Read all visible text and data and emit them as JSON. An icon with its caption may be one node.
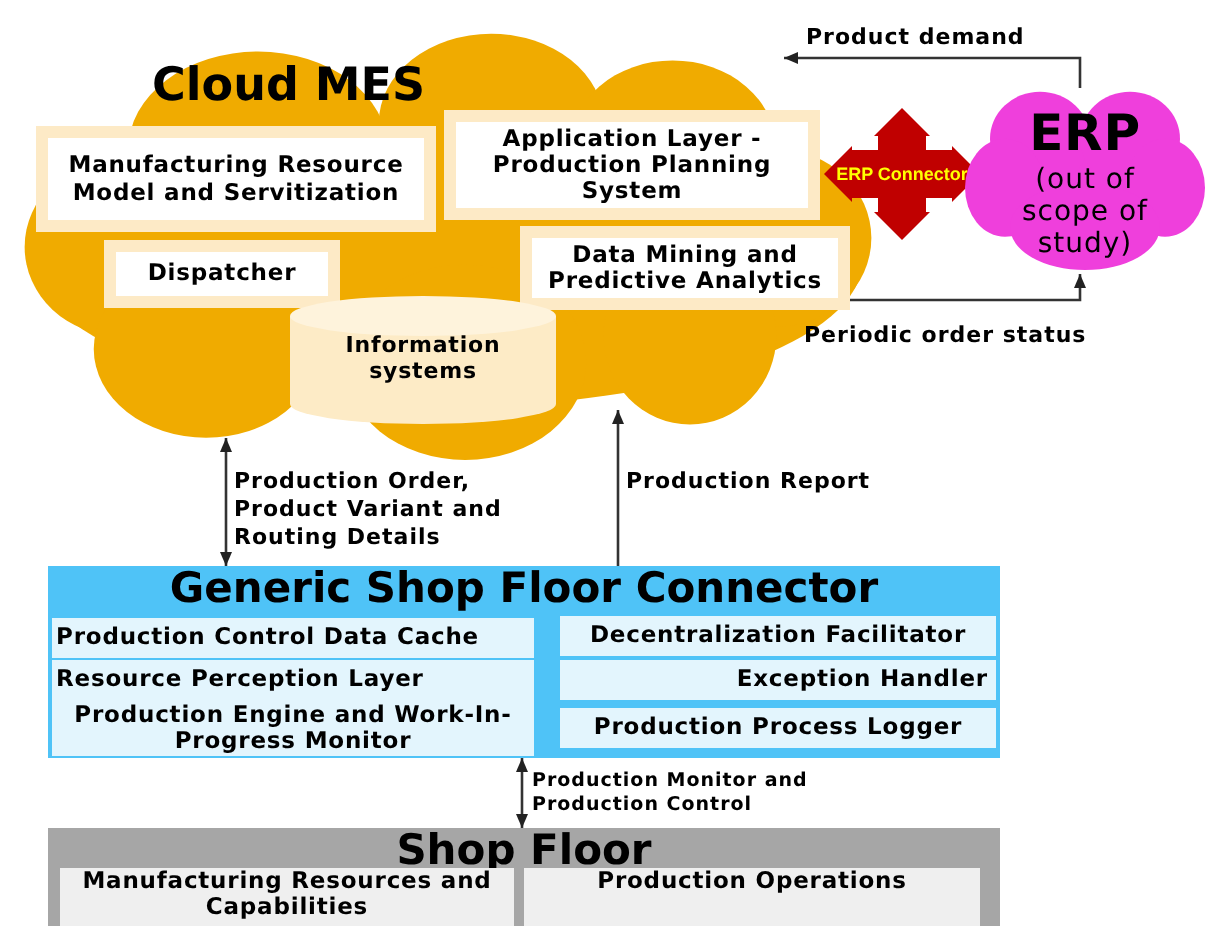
{
  "diagram": {
    "nodes": [
      {
        "text": [
          "Cloud MES"
        ]
      },
      {
        "text": [
          "Manufacturing Resource Model and Servitization"
        ],
        "in": 0
      },
      {
        "text": [
          "Application Layer - Production Planning System"
        ],
        "in": 0
      },
      {
        "text": [
          "Dispatcher"
        ],
        "in": 0
      },
      {
        "text": [
          "Data Mining and Predictive Analytics"
        ],
        "in": 0
      },
      {
        "text": [
          "Information systems"
        ],
        "in": 0
      },
      {
        "text": [
          "ERP Connector"
        ]
      },
      {
        "text": [
          "ERP",
          "(out of scope of study)"
        ]
      },
      {
        "text": [
          "Generic Shop Floor Connector"
        ]
      },
      {
        "text": [
          "Production Control Data Cache"
        ],
        "in": 8
      },
      {
        "text": [
          "Resource Perception Layer"
        ],
        "in": 8
      },
      {
        "text": [
          "Production Engine and Work-In-Progress Monitor"
        ],
        "in": 8
      },
      {
        "text": [
          "Decentralization Facilitator"
        ],
        "in": 8
      },
      {
        "text": [
          "Exception Handler"
        ],
        "in": 8
      },
      {
        "text": [
          "Production Process Logger"
        ],
        "in": 8
      },
      {
        "text": [
          "Shop Floor"
        ]
      },
      {
        "text": [
          "Manufacturing Resources and Capabilities"
        ],
        "in": 15
      },
      {
        "text": [
          "Production Operations"
        ],
        "in": 15
      }
    ],
    "edges": [
      {
        "from": 7,
        "to": 0,
        "arrow": "to",
        "label": "Product demand"
      },
      {
        "from": 4,
        "to": 7,
        "arrow": "to",
        "label": "Periodic order status"
      },
      {
        "from": 0,
        "to": 8,
        "arrow": "both",
        "label": "Production Order, Product Variant and Routing Details"
      },
      {
        "from": 8,
        "to": 0,
        "arrow": "to",
        "label": "Production Report"
      },
      {
        "from": 8,
        "to": 15,
        "arrow": "both",
        "label": "Production Monitor and Production Control"
      }
    ]
  }
}
